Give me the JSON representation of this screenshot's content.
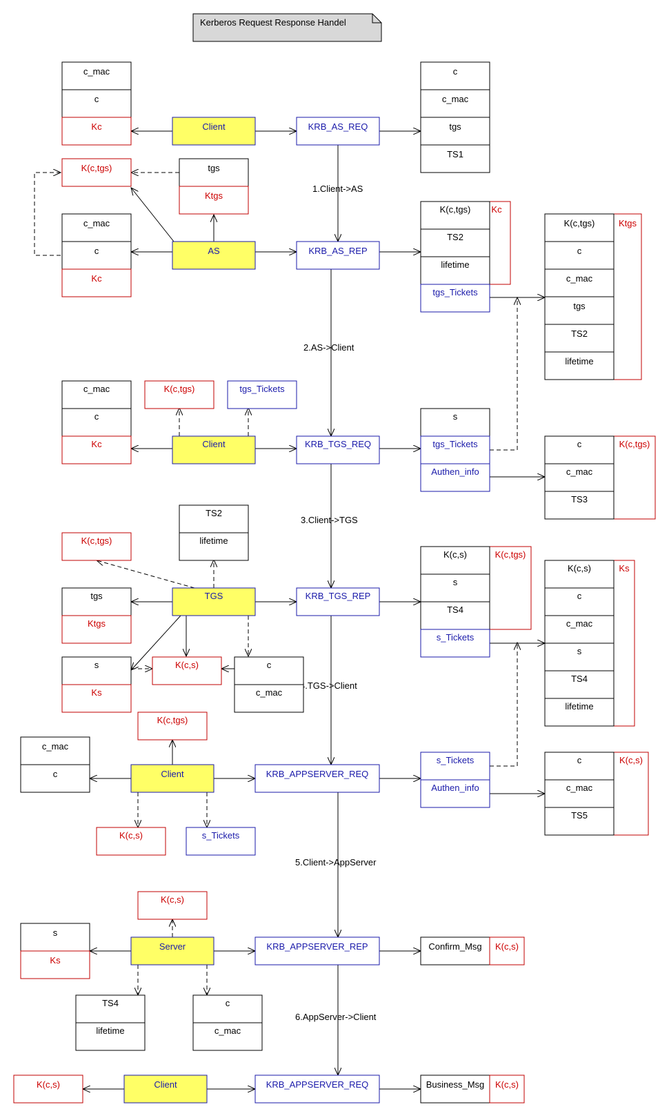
{
  "note": {
    "title": "Kerberos Request Response Handel"
  },
  "steps": [
    "1.Client->AS",
    "2.AS->Client",
    "3.Client->TGS",
    "4.TGS->Client",
    "5.Client->AppServer",
    "6.AppServer->Client"
  ],
  "actors": {
    "client": "Client",
    "as": "AS",
    "tgs": "TGS",
    "server": "Server"
  },
  "messages": {
    "krb_as_req": "KRB_AS_REQ",
    "krb_as_rep": "KRB_AS_REP",
    "krb_tgs_req": "KRB_TGS_REQ",
    "krb_tgs_rep": "KRB_TGS_REP",
    "krb_appserver_req": "KRB_APPSERVER_REQ",
    "krb_appserver_rep": "KRB_APPSERVER_REP"
  },
  "fields": {
    "c": "c",
    "c_mac": "c_mac",
    "kc": "Kc",
    "ktgs": "Ktgs",
    "ks": "Ks",
    "k_c_tgs": "K(c,tgs)",
    "k_c_s": "K(c,s)",
    "tgs": "tgs",
    "s": "s",
    "ts1": "TS1",
    "ts2": "TS2",
    "ts3": "TS3",
    "ts4": "TS4",
    "ts5": "TS5",
    "lifetime": "lifetime",
    "tgs_tickets": "tgs_Tickets",
    "s_tickets": "s_Tickets",
    "authen_info": "Authen_info",
    "confirm_msg": "Confirm_Msg",
    "business_msg": "Business_Msg"
  },
  "colors": {
    "actor_fill": "#ffff66",
    "message_border": "#1a1aaa",
    "key_red": "#cc0000",
    "line": "#000000"
  }
}
